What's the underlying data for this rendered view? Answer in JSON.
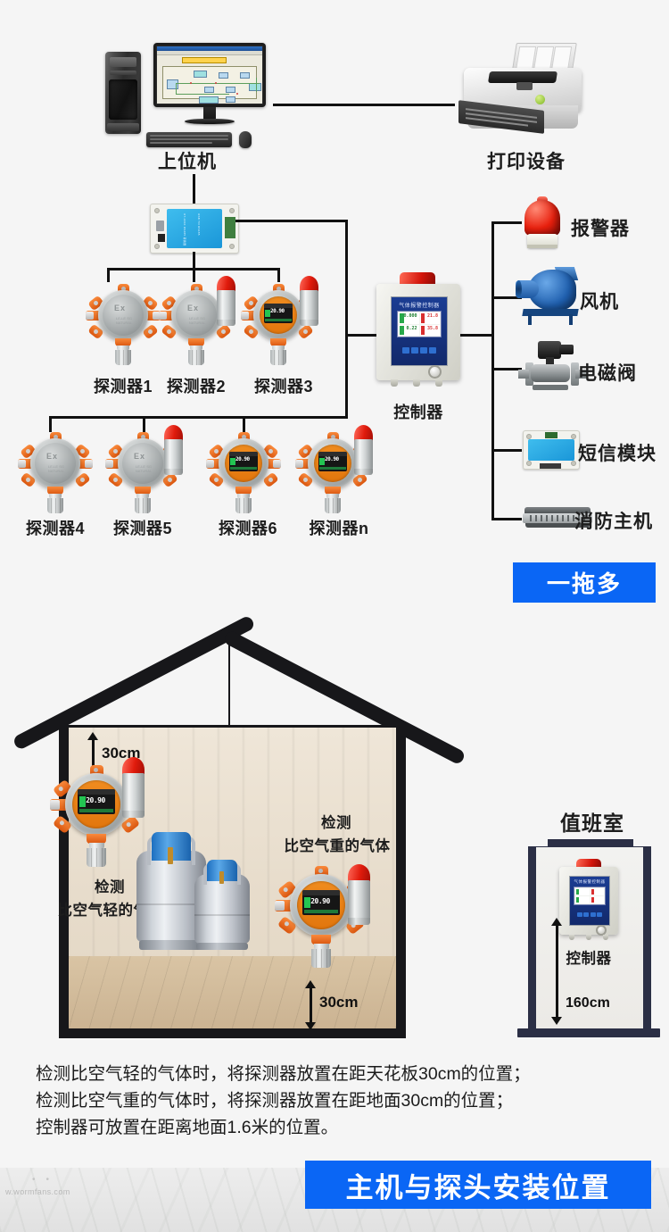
{
  "top_diagram": {
    "pc_label": "上位机",
    "printer_label": "打印设备",
    "controller_label": "控制器",
    "controller_panel_title": "气体报警控制器",
    "controller_readouts": [
      "0.000",
      "21.8",
      "0.22",
      "35.8"
    ],
    "detectors": [
      {
        "label": "探测器1",
        "has_beacon": false,
        "has_screen": false
      },
      {
        "label": "探测器2",
        "has_beacon": true,
        "has_screen": false
      },
      {
        "label": "探测器3",
        "has_beacon": true,
        "has_screen": true
      },
      {
        "label": "探测器4",
        "has_beacon": false,
        "has_screen": false
      },
      {
        "label": "探测器5",
        "has_beacon": true,
        "has_screen": false
      },
      {
        "label": "探测器6",
        "has_beacon": false,
        "has_screen": true
      },
      {
        "label": "探测器n",
        "has_beacon": true,
        "has_screen": true
      }
    ],
    "detector_face_mark": "Ex",
    "detector_screen_value": "20.90",
    "outputs": [
      {
        "label": "报警器",
        "icon": "alarm-lamp-icon"
      },
      {
        "label": "风机",
        "icon": "blower-fan-icon"
      },
      {
        "label": "电磁阀",
        "icon": "solenoid-valve-icon"
      },
      {
        "label": "短信模块",
        "icon": "sms-module-icon"
      },
      {
        "label": "消防主机",
        "icon": "fire-host-icon"
      }
    ],
    "badge": "一拖多"
  },
  "house_section": {
    "ceiling_gap": "30cm",
    "floor_gap": "30cm",
    "light_gas_label_line1": "检测",
    "light_gas_label_line2": "比空气轻的气体",
    "heavy_gas_label_line1": "检测",
    "heavy_gas_label_line2": "比空气重的气体",
    "duty_room_title": "值班室",
    "duty_controller_label": "控制器",
    "duty_height": "160cm",
    "detector_screen_value": "20.90",
    "controller_panel_title": "气体报警控制器"
  },
  "footer": {
    "note_line1": "检测比空气轻的气体时，将探测器放置在距天花板30cm的位置；",
    "note_line2": "检测比空气重的气体时，将探测器放置在距地面30cm的位置；",
    "note_line3": "控制器可放置在距离地面1.6米的位置。",
    "badge": "主机与探头安装位置",
    "watermark": "w.wormfans.com"
  },
  "colors": {
    "badge_blue": "#0a66f5",
    "line_black": "#111111",
    "detector_orange": "#e8691a",
    "beacon_red": "#e0200e"
  }
}
